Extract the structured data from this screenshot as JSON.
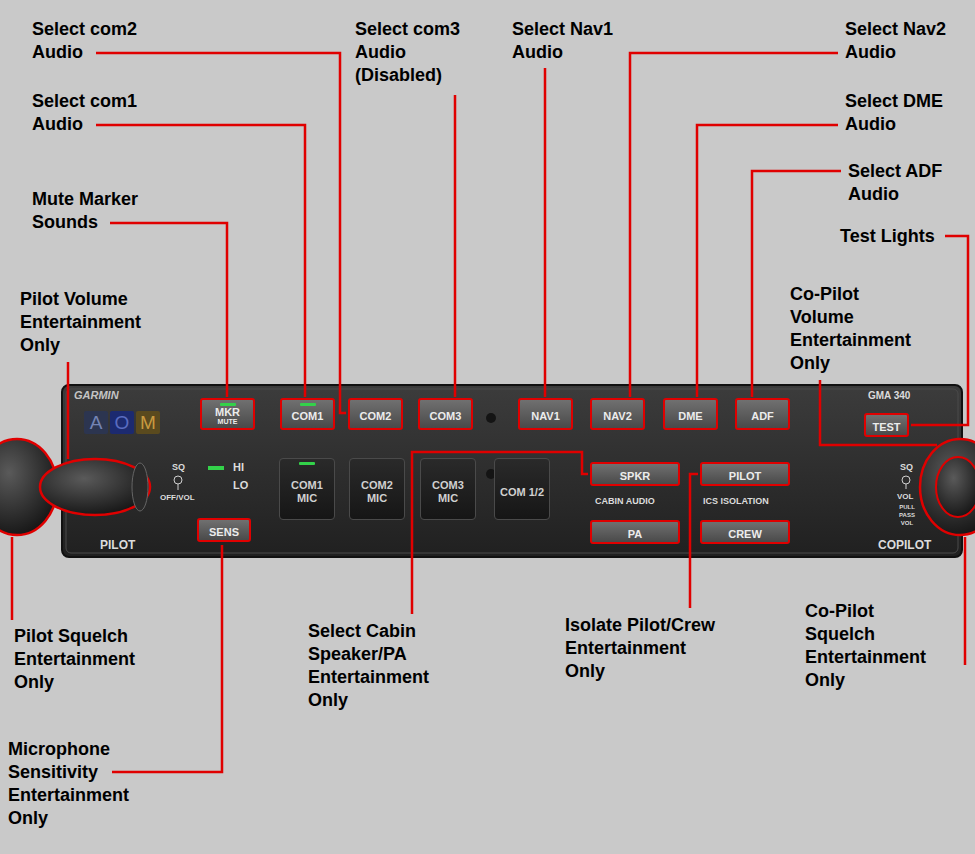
{
  "diagram": {
    "nodes": [
      {
        "text": [
          "A"
        ]
      },
      {
        "text": [
          "O"
        ]
      },
      {
        "text": [
          "M"
        ]
      },
      {
        "text": [
          "MKR",
          "MUTE"
        ]
      },
      {
        "text": [
          "COM1"
        ]
      },
      {
        "text": [
          "COM2"
        ]
      },
      {
        "text": [
          "COM3"
        ]
      },
      {
        "text": [
          "NAV1"
        ]
      },
      {
        "text": [
          "NAV2"
        ]
      },
      {
        "text": [
          "DME"
        ]
      },
      {
        "text": [
          "ADF"
        ]
      },
      {
        "text": [
          "TEST"
        ]
      },
      {
        "text": [
          "COM1 MIC"
        ]
      },
      {
        "text": [
          "COM2 MIC"
        ]
      },
      {
        "text": [
          "COM3 MIC"
        ]
      },
      {
        "text": [
          "COM 1/2"
        ]
      },
      {
        "text": [
          "SPKR"
        ]
      },
      {
        "text": [
          "PILOT"
        ]
      },
      {
        "text": [
          "SENS"
        ]
      },
      {
        "text": [
          "PA"
        ]
      },
      {
        "text": [
          "CREW"
        ]
      }
    ],
    "labels": [
      "Select com2 Audio",
      "Select com3 Audio (Disabled)",
      "Select Nav1 Audio",
      "Select Nav2 Audio",
      "Select com1 Audio",
      "Select DME Audio",
      "Select ADF Audio",
      "Mute Marker Sounds",
      "Test Lights",
      "Pilot Volume Entertainment Only",
      "Co-Pilot Volume Entertainment Only",
      "Pilot Squelch Entertainment Only",
      "Microphone Sensitivity Entertainment Only",
      "Select Cabin Speaker/PA Entertainment Only",
      "Isolate Pilot/Crew Entertainment Only",
      "Co-Pilot Squelch Entertainment Only",
      "GARMIN",
      "HI",
      "LO",
      "SQ",
      "OFF/VOL",
      "PILOT",
      "CABIN AUDIO",
      "ICS ISOLATION",
      "GMA 340",
      "SQ",
      "VOL",
      "PULL PASS VOL",
      "COPILOT"
    ]
  }
}
